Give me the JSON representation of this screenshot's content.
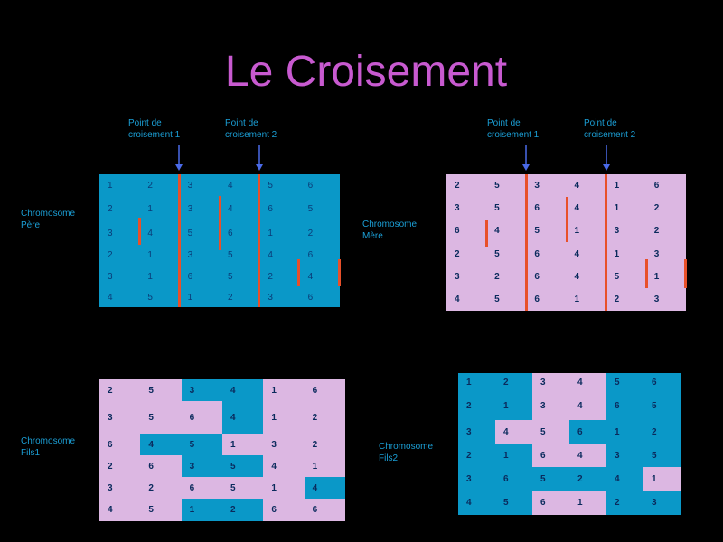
{
  "title": "Le Croisement",
  "colors": {
    "blue": "#0a98c8",
    "pink": "#dcb7e2",
    "red": "#e8502a",
    "title": "#c85ad0",
    "label": "#1b9fd6"
  },
  "crossover_labels": {
    "left_1": "Point de\ncroisement 1",
    "left_2": "Point de\ncroisement 2",
    "right_1": "Point de\ncroisement 1",
    "right_2": "Point de\ncroisement 2"
  },
  "chromosomes": {
    "pere": {
      "label": "Chromosome\nPère",
      "rows": [
        [
          "1",
          "2",
          "3",
          "4",
          "5",
          "6"
        ],
        [
          "2",
          "1",
          "3",
          "4",
          "6",
          "5"
        ],
        [
          "3",
          "4",
          "5",
          "6",
          "1",
          "2"
        ],
        [
          "2",
          "1",
          "3",
          "5",
          "4",
          "6"
        ],
        [
          "3",
          "1",
          "6",
          "5",
          "2",
          "4"
        ],
        [
          "4",
          "5",
          "1",
          "2",
          "3",
          "6"
        ]
      ]
    },
    "mere": {
      "label": "Chromosome\nMère",
      "rows": [
        [
          "2",
          "5",
          "3",
          "4",
          "1",
          "6"
        ],
        [
          "3",
          "5",
          "6",
          "4",
          "1",
          "2"
        ],
        [
          "6",
          "4",
          "5",
          "1",
          "3",
          "2"
        ],
        [
          "2",
          "5",
          "6",
          "4",
          "1",
          "3"
        ],
        [
          "3",
          "2",
          "6",
          "4",
          "5",
          "1"
        ],
        [
          "4",
          "5",
          "6",
          "1",
          "2",
          "3"
        ]
      ]
    },
    "fils1": {
      "label": "Chromosome\nFils1",
      "rows": [
        [
          "2",
          "5",
          "3",
          "4",
          "1",
          "6"
        ],
        [
          "3",
          "5",
          "6",
          "4",
          "1",
          "2"
        ],
        [
          "6",
          "4",
          "5",
          "1",
          "3",
          "2"
        ],
        [
          "2",
          "6",
          "3",
          "5",
          "4",
          "1"
        ],
        [
          "3",
          "2",
          "6",
          "5",
          "1",
          "4"
        ],
        [
          "4",
          "5",
          "1",
          "2",
          "6",
          "6"
        ]
      ],
      "colors": [
        [
          "P",
          "P",
          "B",
          "B",
          "P",
          "P"
        ],
        [
          "P",
          "P",
          "P",
          "B",
          "P",
          "P"
        ],
        [
          "P",
          "B",
          "B",
          "P",
          "P",
          "P"
        ],
        [
          "P",
          "P",
          "B",
          "B",
          "P",
          "P"
        ],
        [
          "P",
          "P",
          "P",
          "P",
          "P",
          "B"
        ],
        [
          "P",
          "P",
          "B",
          "B",
          "P",
          "P"
        ]
      ]
    },
    "fils2": {
      "label": "Chromosome\nFils2",
      "rows": [
        [
          "1",
          "2",
          "3",
          "4",
          "5",
          "6"
        ],
        [
          "2",
          "1",
          "3",
          "4",
          "6",
          "5"
        ],
        [
          "3",
          "4",
          "5",
          "6",
          "1",
          "2"
        ],
        [
          "2",
          "1",
          "6",
          "4",
          "3",
          "5"
        ],
        [
          "3",
          "6",
          "5",
          "2",
          "4",
          "1"
        ],
        [
          "4",
          "5",
          "6",
          "1",
          "2",
          "3"
        ]
      ],
      "colors": [
        [
          "B",
          "B",
          "P",
          "P",
          "B",
          "B"
        ],
        [
          "B",
          "B",
          "P",
          "P",
          "B",
          "B"
        ],
        [
          "B",
          "P",
          "P",
          "B",
          "B",
          "B"
        ],
        [
          "B",
          "B",
          "P",
          "P",
          "B",
          "B"
        ],
        [
          "B",
          "B",
          "B",
          "B",
          "B",
          "P"
        ],
        [
          "B",
          "B",
          "P",
          "P",
          "B",
          "B"
        ]
      ]
    }
  }
}
